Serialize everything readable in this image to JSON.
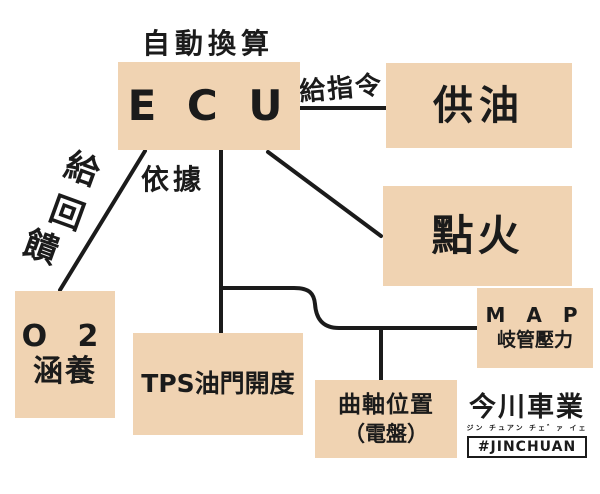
{
  "colors": {
    "background": "#ffffff",
    "box_fill": "#f0d3b2",
    "ink": "#1b1b1b"
  },
  "annotations": {
    "auto_convert": "自動換算",
    "give_command": "給指令",
    "based_on": "依據",
    "give_feedback": [
      "給",
      "回",
      "饋"
    ]
  },
  "nodes": {
    "ecu": {
      "label": "E C U"
    },
    "fuel_supply": {
      "label": "供油"
    },
    "ignition": {
      "label": "點火"
    },
    "o2_sensor": {
      "line1": "O 2",
      "line2": "涵養"
    },
    "tps": {
      "label": "TPS油門開度"
    },
    "crank_position": {
      "line1": "曲軸位置",
      "line2": "（電盤）"
    },
    "map_sensor": {
      "line1": "M A P",
      "line2": "岐管壓力"
    }
  },
  "logo": {
    "brand": "今川車業",
    "phonetic": "ジン チュアン チェ゛ァ イェ",
    "hashtag": "#JINCHUAN"
  }
}
